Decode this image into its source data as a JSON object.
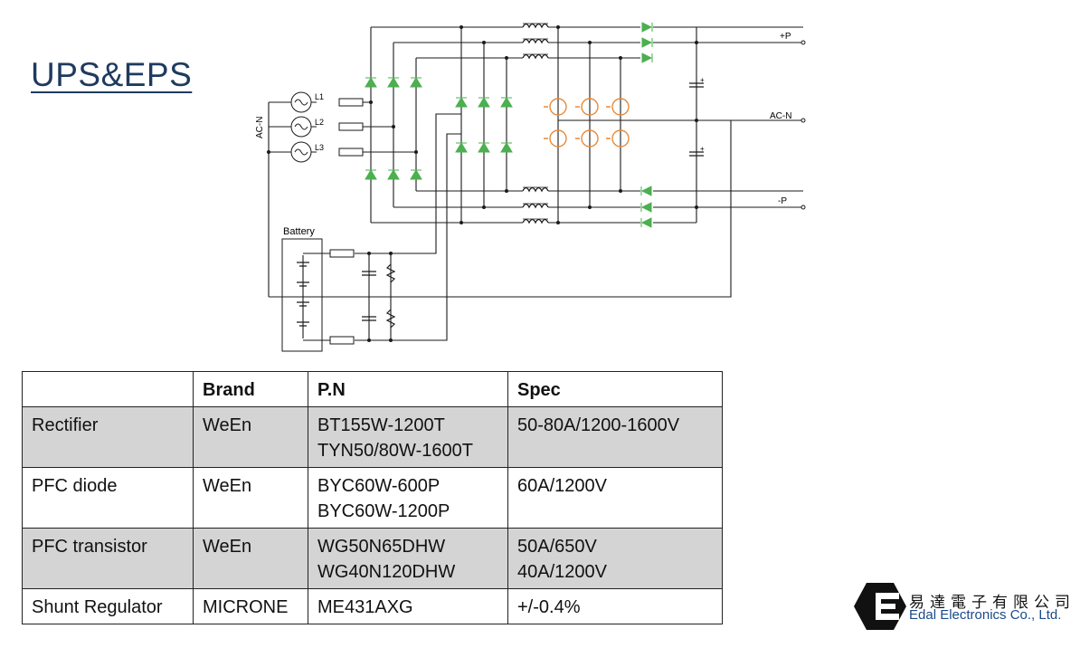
{
  "title": "UPS&EPS",
  "diagram": {
    "labels": {
      "plus_p": "+P",
      "ac_n_out": "AC-N",
      "minus_p": "-P",
      "ac_n_in": "AC-N",
      "l1": "L1",
      "l2": "L2",
      "l3": "L3",
      "battery": "Battery",
      "cap_plus_top": "+",
      "cap_plus_bottom": "+"
    },
    "colors": {
      "wire": "#1a1a1a",
      "diode": "#4caf50",
      "igbt": "#e88a3a"
    }
  },
  "table": {
    "headers": [
      "",
      "Brand",
      "P.N",
      "Spec"
    ],
    "rows": [
      {
        "name": "Rectifier",
        "brand": "WeEn",
        "pn": [
          "BT155W-1200T",
          "TYN50/80W-1600T"
        ],
        "spec": [
          "50-80A/1200-1600V"
        ]
      },
      {
        "name": "PFC diode",
        "brand": "WeEn",
        "pn": [
          "BYC60W-600P",
          "BYC60W-1200P"
        ],
        "spec": [
          "60A/1200V"
        ]
      },
      {
        "name": "PFC transistor",
        "brand": "WeEn",
        "pn": [
          "WG50N65DHW",
          "WG40N120DHW"
        ],
        "spec": [
          "50A/650V",
          "40A/1200V"
        ]
      },
      {
        "name": "Shunt Regulator",
        "brand": "MICRONE",
        "pn": [
          "ME431AXG"
        ],
        "spec": [
          "+/-0.4%"
        ]
      }
    ]
  },
  "logo": {
    "cn": "易達電子有限公司",
    "en": "Edal Electronics Co., Ltd.",
    "color": "#111111"
  }
}
